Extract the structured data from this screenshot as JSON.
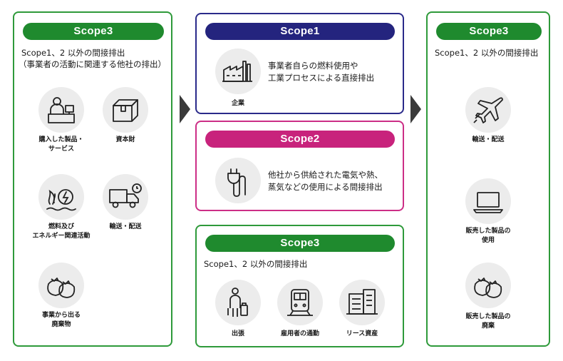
{
  "left": {
    "title": "Scope3",
    "desc_line1": "Scope1、2 以外の間接排出",
    "desc_line2": "（事業者の活動に関連する他社の排出）",
    "items": [
      {
        "icon": "cashier-icon",
        "line1": "購入した製品・",
        "line2": "サービス"
      },
      {
        "icon": "box-icon",
        "line1": "資本財",
        "line2": ""
      },
      {
        "icon": "fuel-energy-icon",
        "line1": "燃料及び",
        "line2": "エネルギー関連活動"
      },
      {
        "icon": "delivery-truck-icon",
        "line1": "輸送・配送",
        "line2": ""
      },
      {
        "icon": "waste-bags-icon",
        "line1": "事業から出る",
        "line2": "廃棄物"
      }
    ]
  },
  "scope1": {
    "title": "Scope1",
    "desc_line1": "事業者自らの燃料使用や",
    "desc_line2": "工業プロセスによる直接排出",
    "item_label": "企業"
  },
  "scope2": {
    "title": "Scope2",
    "desc_line1": "他社から供給された電気や熱、",
    "desc_line2": "蒸気などの使用による間接排出"
  },
  "center_scope3": {
    "title": "Scope3",
    "desc": "Scope1、2 以外の間接排出",
    "items": [
      {
        "icon": "business-traveler-icon",
        "line1": "出張"
      },
      {
        "icon": "train-icon",
        "line1": "雇用者の通勤"
      },
      {
        "icon": "leased-building-icon",
        "line1": "リース資産"
      }
    ]
  },
  "right": {
    "title": "Scope3",
    "desc": "Scope1、2 以外の間接排出",
    "items": [
      {
        "icon": "airplane-icon",
        "line1": "輸送・配送",
        "line2": ""
      },
      {
        "icon": "laptop-icon",
        "line1": "販売した製品の",
        "line2": "使用"
      },
      {
        "icon": "waste-bags-icon",
        "line1": "販売した製品の",
        "line2": "廃棄"
      }
    ]
  },
  "colors": {
    "green": "#1f8a2e",
    "navy": "#24247e",
    "pink": "#c8237c",
    "arrow": "#3a3a3a",
    "icon_bg": "#ececec"
  }
}
